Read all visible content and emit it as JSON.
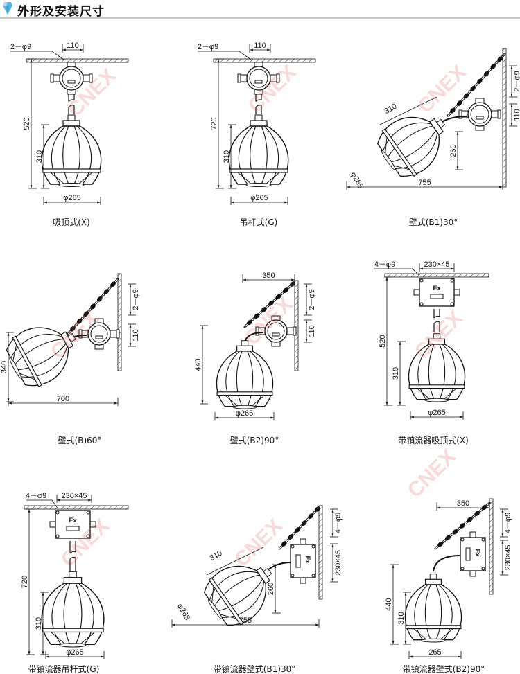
{
  "header": {
    "title": "外形及安装尺寸"
  },
  "watermark": "CNEX",
  "box_label": "Ex",
  "panels": [
    {
      "caption": "吸顶式(X)",
      "dims": {
        "holes": "2－φ9",
        "box": "110",
        "height": "520",
        "lamp_height": "310",
        "diameter": "φ265"
      }
    },
    {
      "caption": "吊杆式(G)",
      "dims": {
        "holes": "2－φ9",
        "box": "110",
        "height": "720",
        "lamp_height": "310",
        "diameter": "φ265"
      }
    },
    {
      "caption": "壁式(B1)30°",
      "dims": {
        "holes": "2－φ9",
        "box": "110",
        "arm": "310",
        "height": "260",
        "reach": "755",
        "diameter": "φ265"
      }
    },
    {
      "caption": "壁式(B)60°",
      "dims": {
        "holes": "2－φ9",
        "box": "110",
        "height": "340",
        "reach": "700"
      }
    },
    {
      "caption": "壁式(B2)90°",
      "dims": {
        "holes": "2－φ9",
        "box": "110",
        "reach": "350",
        "height": "440",
        "diameter": "φ265"
      }
    },
    {
      "caption": "带镇流器吸顶式(X)",
      "dims": {
        "holes": "4－φ9",
        "box": "230×45",
        "height": "520",
        "lamp_height": "310",
        "diameter": "φ265"
      }
    },
    {
      "caption": "带镇流器吊杆式(G)",
      "dims": {
        "holes": "4－φ9",
        "box": "230×45",
        "height": "720",
        "lamp_height": "310",
        "diameter": "φ265"
      }
    },
    {
      "caption": "带镇流器壁式(B1)30°",
      "dims": {
        "holes": "4－φ9",
        "box": "230×45",
        "arm": "310",
        "height": "260",
        "reach": "755",
        "diameter": "φ265"
      }
    },
    {
      "caption": "带镇流器壁式(B2)90°",
      "dims": {
        "holes": "4－φ9",
        "box": "230×45",
        "reach": "350",
        "height": "440",
        "lamp_height": "310",
        "diameter": "265"
      }
    }
  ]
}
